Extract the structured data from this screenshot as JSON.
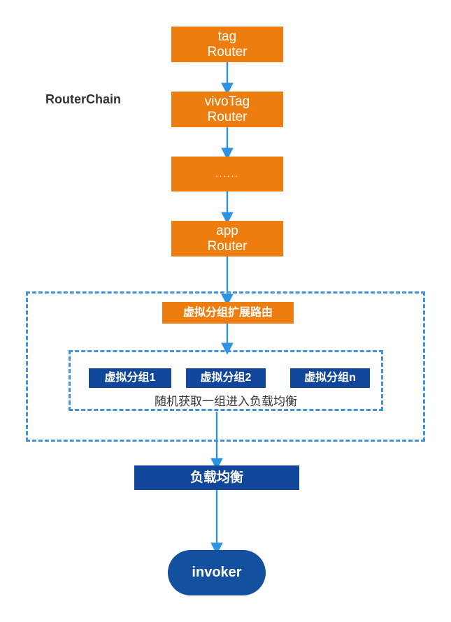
{
  "diagram": {
    "title": "RouterChain routing flow",
    "background_color": "#ffffff",
    "colors": {
      "orange": "#ED7D0E",
      "dark_blue": "#12469B",
      "invoker_blue": "#1450A0",
      "arrow_blue": "#2E93E0",
      "dashed_border": "#3E92DE",
      "text_dark": "#333333",
      "text_light": "#ffffff"
    },
    "labels": {
      "router_chain": "RouterChain",
      "random_pick": "随机获取一组进入负载均衡"
    },
    "nodes": {
      "tag_router": "tag\nRouter",
      "vivo_tag_router": "vivoTag\nRouter",
      "ellipsis": "......",
      "app_router": "app\nRouter",
      "virtual_group_ext_route": "虚拟分组扩展路由",
      "virtual_group_1": "虚拟分组1",
      "virtual_group_2": "虚拟分组2",
      "virtual_group_n": "虚拟分组n",
      "load_balance": "负载均衡",
      "invoker": "invoker"
    },
    "flow_order": [
      "tag Router",
      "vivoTag Router",
      "......",
      "app Router",
      "虚拟分组扩展路由",
      "虚拟分组1 / 虚拟分组2 / 虚拟分组n",
      "负载均衡",
      "invoker"
    ]
  }
}
